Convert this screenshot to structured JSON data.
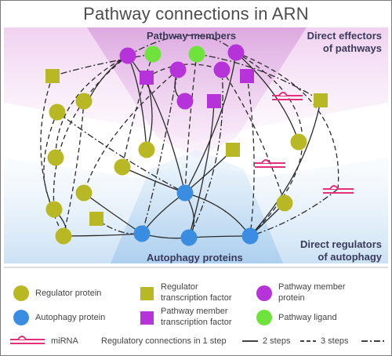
{
  "title": "Pathway connections in ARN",
  "zones": {
    "pathway_members": "Pathway members",
    "direct_effectors": [
      "Direct effectors",
      "of pathways"
    ],
    "autophagy_proteins": "Autophagy proteins",
    "direct_regulators": [
      "Direct regulators",
      "of autophagy"
    ]
  },
  "legend": {
    "regulator_protein": "Regulator protein",
    "regulator_tf": [
      "Regulator",
      "transcription factor"
    ],
    "pathway_member_protein": [
      "Pathway member",
      "protein"
    ],
    "autophagy_protein": "Autophagy protein",
    "pathway_member_tf": [
      "Pathway member",
      "transcription factor"
    ],
    "pathway_ligand": "Pathway ligand",
    "mirna": "miRNA",
    "connections": "Regulatory connections in 1 step",
    "two_steps": "2 steps",
    "three_steps": "3 steps"
  },
  "colors": {
    "regulator": "#b8b825",
    "autophagy": "#3a8de0",
    "pathway_member": "#b533d9",
    "ligand": "#6fe33c",
    "mirna": "#e0317a",
    "pink_zone": "#e9b9e9",
    "blue_zone": "#b9d7ee"
  }
}
